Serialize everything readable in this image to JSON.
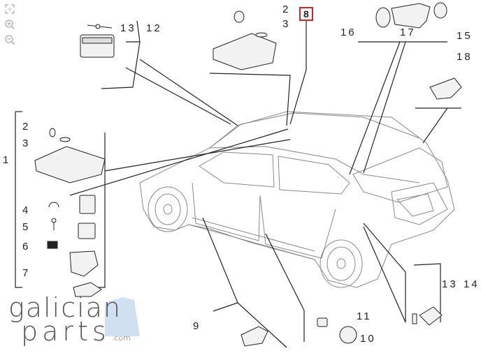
{
  "toolbar": {
    "tools": [
      {
        "name": "fullscreen-icon"
      },
      {
        "name": "zoom-in-icon"
      },
      {
        "name": "zoom-out-icon"
      }
    ]
  },
  "callouts": {
    "c1": "1",
    "c2_left": "2",
    "c3_left": "3",
    "c4": "4",
    "c5": "5",
    "c6": "6",
    "c7": "7",
    "c8": "8",
    "c9": "9",
    "c10": "10",
    "c11": "11",
    "c12": "12",
    "c13_top": "13",
    "c2_top": "2",
    "c3_top": "3",
    "c13_right": "13",
    "c14": "14",
    "c15": "15",
    "c16": "16",
    "c17": "17",
    "c18": "18"
  },
  "logo": {
    "line1": "galician",
    "line2": "parts",
    "domain": ".com"
  },
  "colors": {
    "highlight_border": "#c62828",
    "line": "#222222",
    "car_line": "#8a8a8a",
    "logo_accent": "#bcd3ea"
  }
}
